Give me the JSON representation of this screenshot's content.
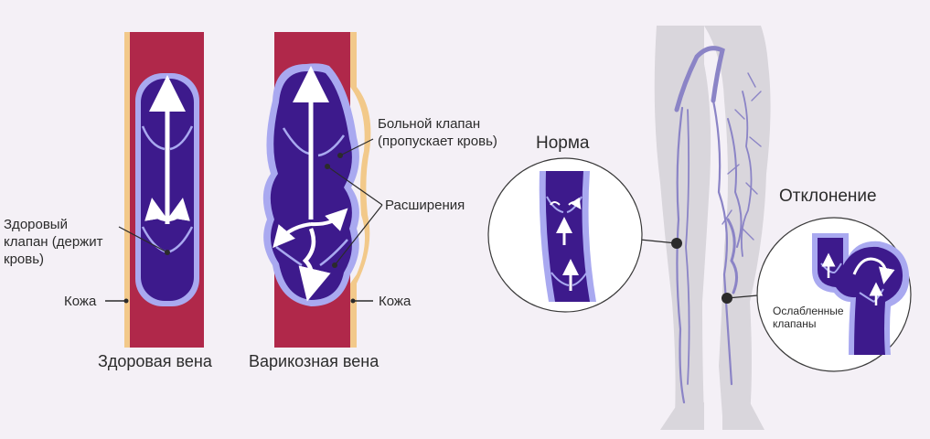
{
  "labels": {
    "healthy_valve": "Здоровый клапан (держит кровь)",
    "healthy_valve_lines": [
      "Здоровый",
      "клапан (держит",
      "кровь)"
    ],
    "skin_left": "Кожа",
    "skin_right": "Кожа",
    "diseased_valve": "Больной клапан (пропускает кровь)",
    "diseased_valve_lines": [
      "Больной клапан",
      "(пропускает кровь)"
    ],
    "dilations": "Расширения",
    "caption_healthy": "Здоровая вена",
    "caption_varicose": "Варикозная вена",
    "norm_title": "Норма",
    "deviation_title": "Отклонение",
    "weak_valves": "Ослабленные клапаны",
    "weak_valves_lines": [
      "Ослабленные",
      "клапаны"
    ]
  },
  "colors": {
    "background": "#f4f0f6",
    "vein_wall": "#b0284a",
    "skin": "#f2c98a",
    "vein_fill": "#3d1a8c",
    "vein_lining": "#a9a9f0",
    "leg": "#d9d6dc",
    "leg_vein": "#8b84c6",
    "pointer": "#2b2b2b"
  },
  "icons": [
    "arrow-up-icon",
    "arrow-down-icon",
    "pointer-dot-icon"
  ]
}
